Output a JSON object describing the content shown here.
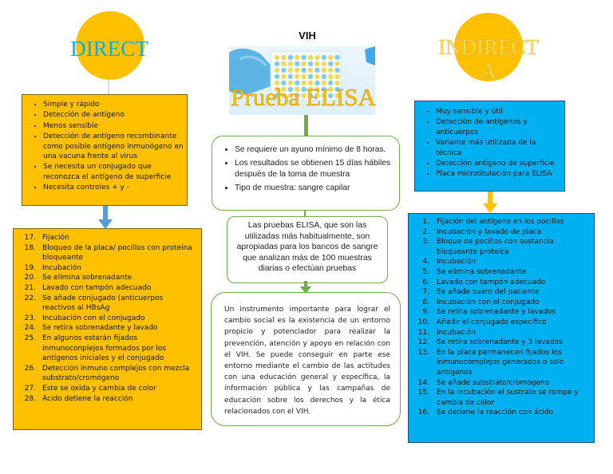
{
  "left": {
    "title": "DIRECT",
    "features": [
      "Simple y rápido",
      "Detección de antígeno",
      "Menos sensible",
      "Detección de antígeno recombinante como posible antígeno inmunógeno en una vacuna frente al virus",
      "Se necesita un conjugado que reconozca el antígeno de superficie",
      "Necesita controles + y -"
    ],
    "steps": [
      {
        "n": "17.",
        "text": "Fijación"
      },
      {
        "n": "18.",
        "text": "Bloqueo de la placa/ pocillos con proteína bloqueante"
      },
      {
        "n": "19.",
        "text": "Incubación"
      },
      {
        "n": "20.",
        "text": "Se elimina sobrenadante"
      },
      {
        "n": "21.",
        "text": "Lavado con tampón adecuado"
      },
      {
        "n": "22.",
        "text": "Se añade conjugado (anticuerpos reactivos al HBsAg"
      },
      {
        "n": "23.",
        "text": "Incubación con el conjugado"
      },
      {
        "n": "24.",
        "text": "Se retira sobrenadante y lavado"
      },
      {
        "n": "25.",
        "text": "En algunos estarán fijados inmunoconplejos formados por los antígenos iniciales y el conjugado"
      },
      {
        "n": "26.",
        "text": "Detección inmuno complejos con mezcla substrato/cromógeno"
      },
      {
        "n": "27.",
        "text": "Este se oxida y cambia de color"
      },
      {
        "n": "28.",
        "text": "Ácido detiene la reacción"
      }
    ]
  },
  "center": {
    "header": "VIH",
    "title": "Prueba ELISA",
    "requirements": [
      "Se requiere un ayuno mínimo de 8 horas.",
      "Los resultados se obtienen 15 días hábiles después de la toma de muestra",
      "Tipo de muestra: sangre capilar"
    ],
    "info": "Las pruebas ELISA, que son las utilizadas más habitualmente, son apropiadas para los bancos de sangre que analizan más de 100 muestras diarias o efectúan pruebas",
    "paragraph": "Un instrumento importante para lograr el cambio social es la existencia de un entorno propicio y potenciador para realizar la prevención, atención y apoyo en relación con el VIH. Se puede conseguir en parte ese entorno mediante el cambio de las actitudes con una educación general y específica, la información pública y las campañas de educación sobre los derechos y la ética relacionados con el VIH."
  },
  "right": {
    "title": "INDIRECTA",
    "features": [
      "Muy sensible y útil",
      "Detección de antígenos y anticuerpos",
      "Variante más utilizada de la técnica",
      "Detección antígeno de superficie",
      "Placa microtitulación para ELISA"
    ],
    "steps": [
      {
        "n": "1.",
        "text": "Fijación del antígeno en los pocillos"
      },
      {
        "n": "2.",
        "text": "Incubación y lavado de placa"
      },
      {
        "n": "3.",
        "text": "Bloque de pocillos con sustancia bloqueante proteica"
      },
      {
        "n": "4.",
        "text": "Incubación"
      },
      {
        "n": "5.",
        "text": "Se elimina sobrenadante"
      },
      {
        "n": "6.",
        "text": "Lavado con tampón adecuado"
      },
      {
        "n": "7.",
        "text": "Se añade suero del paciente"
      },
      {
        "n": "8.",
        "text": "Incubación con el conjugado"
      },
      {
        "n": "9.",
        "text": "Se retira sobrenadante y lavados"
      },
      {
        "n": "10.",
        "text": "Añadir el conjugado específico"
      },
      {
        "n": "11.",
        "text": "Incubación"
      },
      {
        "n": "12.",
        "text": "Se retira sobrenadante y 3 lavados"
      },
      {
        "n": "13.",
        "text": "En la placa permanecen fijados los inmunocomplejos generados o solo antígenos"
      },
      {
        "n": "14.",
        "text": "Se añade substrato/cromógeno"
      },
      {
        "n": "15.",
        "text": "En la incubación el sustrato se rompe y cambia de color"
      },
      {
        "n": "16.",
        "text": "Se detiene la reacción con ácido"
      }
    ]
  },
  "colors": {
    "orange": "#FFC000",
    "blue": "#00B0F0",
    "green": "#70AD47",
    "title_blue": "#00B0F0",
    "title_gold": "#FFC000"
  }
}
